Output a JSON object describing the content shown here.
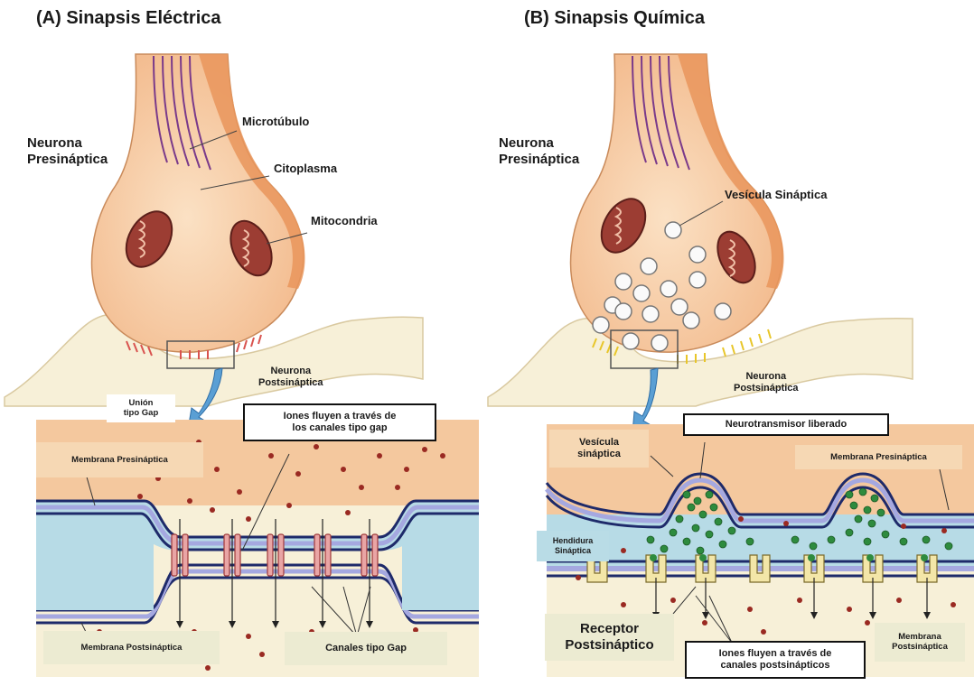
{
  "panel_a": {
    "title": "(A) Sinapsis Eléctrica",
    "presynaptic_neuron": "Neurona\nPresináptica",
    "microtubule": "Microtúbulo",
    "cytoplasm": "Citoplasma",
    "mitochondria": "Mitocondria",
    "postsynaptic_neuron": "Neurona\nPostsináptica",
    "gap_junction": "Unión\ntipo Gap",
    "ions_flow": "Iones fluyen a través de\nlos canales tipo gap",
    "presynaptic_membrane": "Membrana Presináptica",
    "postsynaptic_membrane": "Membrana Postsináptica",
    "gap_channels": "Canales tipo Gap"
  },
  "panel_b": {
    "title": "(B) Sinapsis Química",
    "presynaptic_neuron": "Neurona\nPresináptica",
    "synaptic_vesicle": "Vesícula Sináptica",
    "postsynaptic_neuron": "Neurona\nPostsináptica",
    "released_neurotransmitter": "Neurotransmisor liberado",
    "vesicle_small": "Vesícula\nsináptica",
    "presynaptic_membrane": "Membrana Presináptica",
    "synaptic_cleft": "Hendidura\nSináptica",
    "postsynaptic_receptor": "Receptor\nPostsináptico",
    "ions_flow": "Iones fluyen a través de\ncanales postsinápticos",
    "postsynaptic_membrane": "Membrana\nPostsináptica"
  }
}
